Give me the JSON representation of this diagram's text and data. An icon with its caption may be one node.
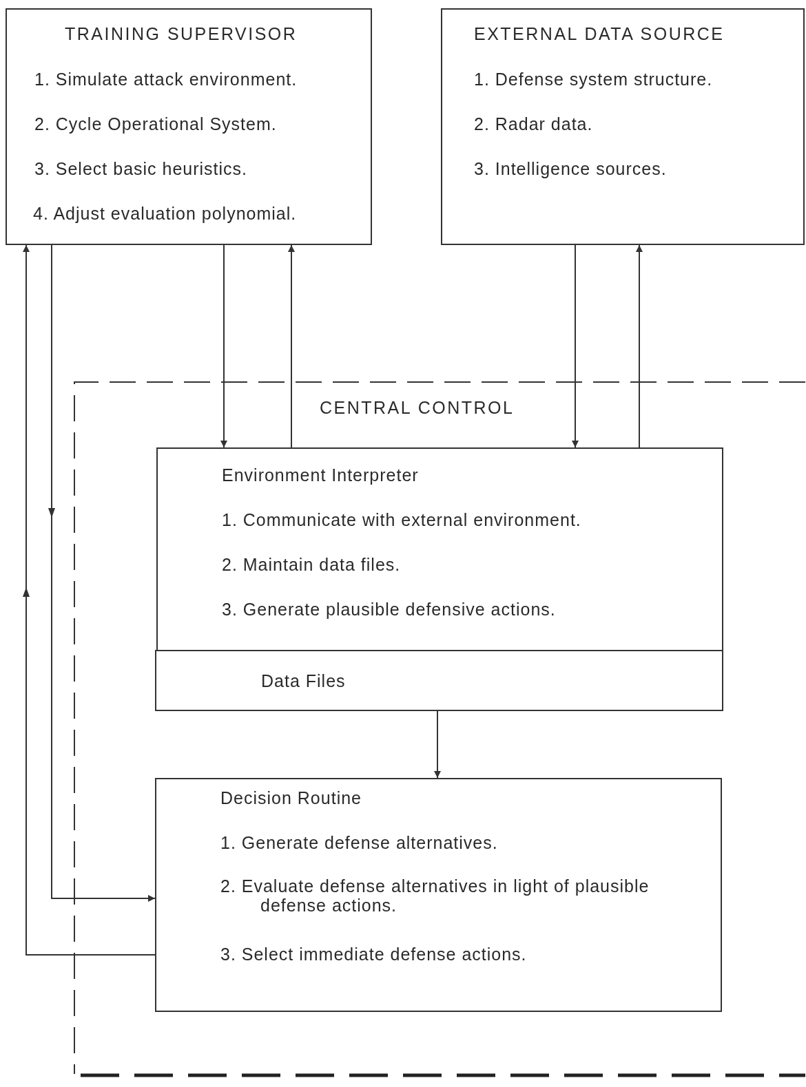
{
  "diagram": {
    "nodes": [
      {
        "text": [
          "TRAINING SUPERVISOR",
          "1. Simulate attack environment.",
          "2. Cycle Operational System.",
          "3. Select basic heuristics.",
          "4. Adjust evaluation polynomial."
        ]
      },
      {
        "text": [
          "EXTERNAL DATA SOURCE",
          "1. Defense system structure.",
          "2. Radar data.",
          "3. Intelligence sources."
        ]
      },
      {
        "text": [
          "CENTRAL CONTROL"
        ]
      },
      {
        "text": [
          "Environment Interpreter",
          "1. Communicate with external environment.",
          "2. Maintain data files.",
          "3. Generate plausible defensive actions."
        ],
        "in": 2
      },
      {
        "text": [
          "Data Files"
        ],
        "in": 2
      },
      {
        "text": [
          "Decision Routine",
          "1. Generate defense alternatives.",
          "2. Evaluate defense alternatives in light of plausible defense actions.",
          "3. Select immediate defense actions."
        ],
        "in": 2
      }
    ],
    "edges": [
      {
        "from": 0,
        "to": 3,
        "arrow": "to"
      },
      {
        "from": 3,
        "to": 0,
        "arrow": "to"
      },
      {
        "from": 1,
        "to": 3,
        "arrow": "to"
      },
      {
        "from": 3,
        "to": 1,
        "arrow": "to"
      },
      {
        "from": 4,
        "to": 5,
        "arrow": "to"
      },
      {
        "from": 0,
        "to": 5,
        "arrow": "to"
      },
      {
        "from": 5,
        "to": 0,
        "arrow": "to"
      }
    ]
  }
}
